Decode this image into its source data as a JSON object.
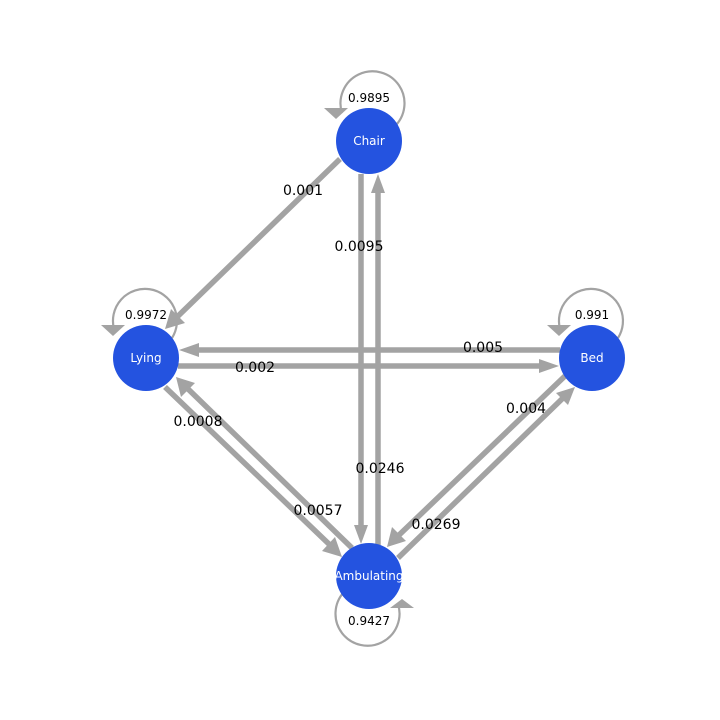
{
  "colors": {
    "node": "#2453e0",
    "edge": "#a3a3a3",
    "node_text": "#ffffff",
    "label_text": "#000000"
  },
  "nodes": {
    "chair": "Chair",
    "lying": "Lying",
    "bed": "Bed",
    "ambulating": "Ambulating"
  },
  "self_loops": {
    "chair": "0.9895",
    "lying": "0.9972",
    "bed": "0.991",
    "ambulating": "0.9427"
  },
  "edges": {
    "chair_lying": "0.001",
    "chair_ambulating": "0.0095",
    "ambulating_chair": "0.0246",
    "bed_lying": "0.005",
    "lying_bed": "0.002",
    "lying_ambulating": "0.0008",
    "ambulating_lying": "0.0057",
    "bed_ambulating": "0.004",
    "ambulating_bed": "0.0269"
  }
}
